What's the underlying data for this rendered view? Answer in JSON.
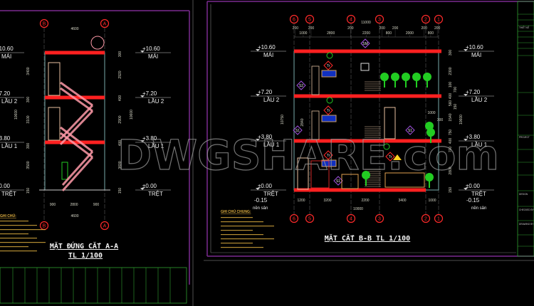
{
  "colors": {
    "background": "#000000",
    "slab": "#ff2020",
    "sheet_border": "#7a2a90",
    "grid_bubble": "#ff2a2a",
    "stair": "#ff9aa8",
    "plants": "#22cc22",
    "dims": "#d8d8c8",
    "notes": "#e0b040",
    "title_block": "#30a030"
  },
  "watermark": "DWGSHARE.com",
  "section_aa": {
    "title": "MẶT ĐỨNG CẮT A-A",
    "scale": "TL 1/100",
    "grid_top": [
      "B",
      "A"
    ],
    "grid_bottom": [
      "B",
      "A"
    ],
    "dim_top": "4600",
    "dim_bottom": [
      "900",
      "2800",
      "900"
    ],
    "dim_bottom_total": "4600",
    "dims_left": [
      "3400",
      "300",
      "3100",
      "300",
      "3500",
      "150"
    ],
    "dim_left_total": "10600",
    "dims_right": [
      "300",
      "2920",
      "400",
      "2900",
      "400",
      "3600",
      "150"
    ],
    "dim_right_total": "10600",
    "levels_left": [
      {
        "value": "+10.60",
        "name": "MÁI"
      },
      {
        "value": "+7.20",
        "name": "LẦU 2"
      },
      {
        "value": "+3.80",
        "name": "LẦU 1"
      },
      {
        "value": "±0.00",
        "name": "TRỆT"
      }
    ],
    "levels_right": [
      {
        "value": "+10.60",
        "name": "MÁI"
      },
      {
        "value": "+7.20",
        "name": "LẦU 2"
      },
      {
        "value": "+3.80",
        "name": "LẦU 1"
      },
      {
        "value": "±0.00",
        "name": "TRỆT"
      }
    ],
    "notes_heading": "GHI CHÚ:"
  },
  "section_bb": {
    "title": "MẶT CẮT B-B TL 1/100",
    "grid_top": [
      "6",
      "5",
      "4",
      "3",
      "2",
      "1"
    ],
    "grid_bottom": [
      "6",
      "5",
      "4",
      "3",
      "2",
      "1"
    ],
    "dim_top_total": "11000",
    "dim_top": [
      "200",
      "1000",
      "200",
      "2800",
      "200",
      "2200",
      "200",
      "800",
      "200",
      "2000",
      "200",
      "800",
      "200"
    ],
    "dim_bottom": [
      "1200",
      "3200",
      "2200",
      "3400",
      "1000"
    ],
    "dim_bottom_total": "10000",
    "levels_left": [
      {
        "value": "+10.60",
        "name": "MÁI"
      },
      {
        "value": "+7.20",
        "name": "LẦU 2"
      },
      {
        "value": "+3.80",
        "name": "LẦU 1"
      },
      {
        "value": "±0.00",
        "name": "TRỆT"
      }
    ],
    "levels_right": [
      {
        "value": "+10.60",
        "name": "MÁI"
      },
      {
        "value": "+7.20",
        "name": "LẦU 2"
      },
      {
        "value": "+3.80",
        "name": "LẦU 1"
      },
      {
        "value": "±0.00",
        "name": "TRỆT"
      }
    ],
    "ground_left": {
      "value": "-0.15",
      "name": "nền sân"
    },
    "ground_right": {
      "value": "-0.15",
      "name": "nền sân"
    },
    "dim_left_total": "10750",
    "dim_right_total": "10600",
    "dims_right": [
      "300",
      "2300",
      "100",
      "700",
      "400",
      "560",
      "150",
      "1540",
      "750",
      "400",
      "700",
      "2800",
      "150"
    ],
    "inner_dims": [
      "1000",
      "300",
      "2840"
    ],
    "room_tags": [
      "Tr",
      "Tr",
      "Tr",
      "Tr",
      "S2",
      "S1",
      "S1",
      "S1",
      "SM"
    ],
    "notes_heading": "GHI CHÚ CHUNG:"
  },
  "title_block": {
    "rows": [
      "THIẾT KẾ",
      "PROJECT",
      "DESIGN",
      "CHECKED BY",
      "DRAWING BY"
    ]
  }
}
